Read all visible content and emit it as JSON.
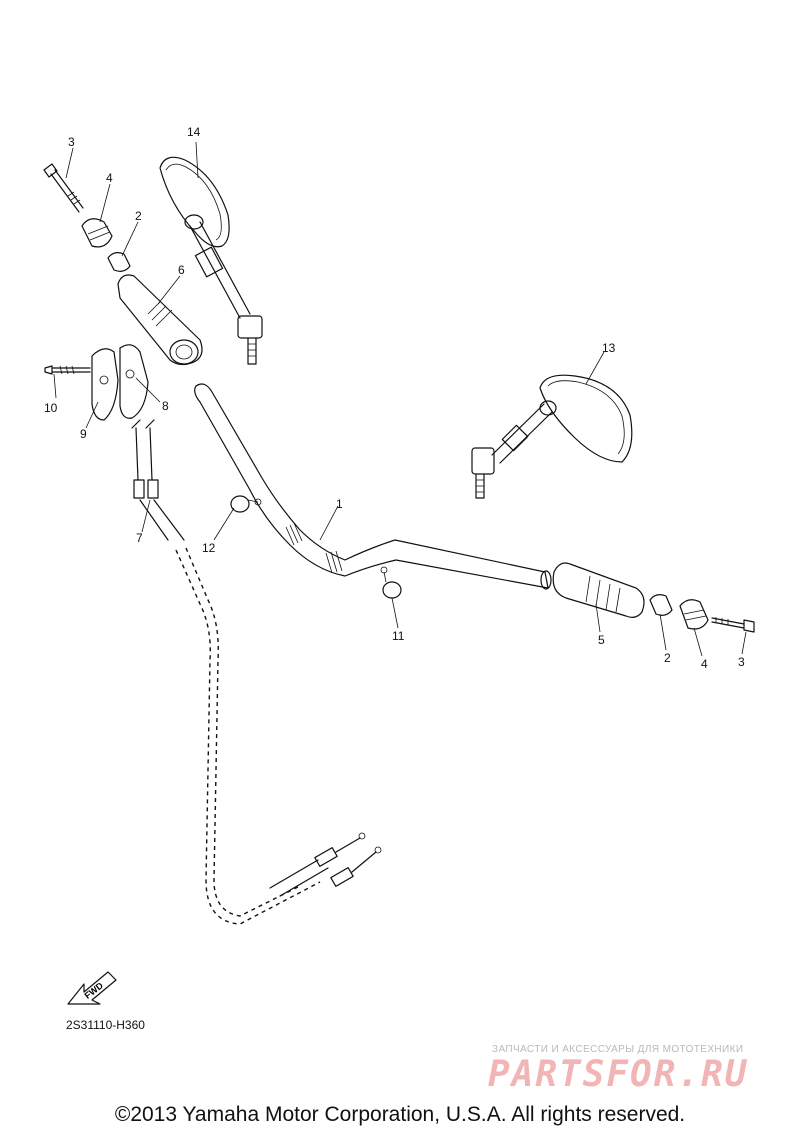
{
  "callouts": {
    "c1": "1",
    "c2a": "2",
    "c2b": "2",
    "c3a": "3",
    "c3b": "3",
    "c4a": "4",
    "c4b": "4",
    "c5": "5",
    "c6": "6",
    "c7": "7",
    "c8": "8",
    "c9": "9",
    "c10": "10",
    "c11": "11",
    "c12": "12",
    "c13": "13",
    "c14": "14"
  },
  "fwd_label": "FWD",
  "diagram_code": "2S31110-H360",
  "watermark": {
    "tagline": "ЗАПЧАСТИ И АКСЕССУАРЫ ДЛЯ МОТОТЕХНИКИ",
    "logo": "PARTSFOR.RU"
  },
  "copyright": "©2013 Yamaha Motor Corporation, U.S.A. All rights reserved."
}
